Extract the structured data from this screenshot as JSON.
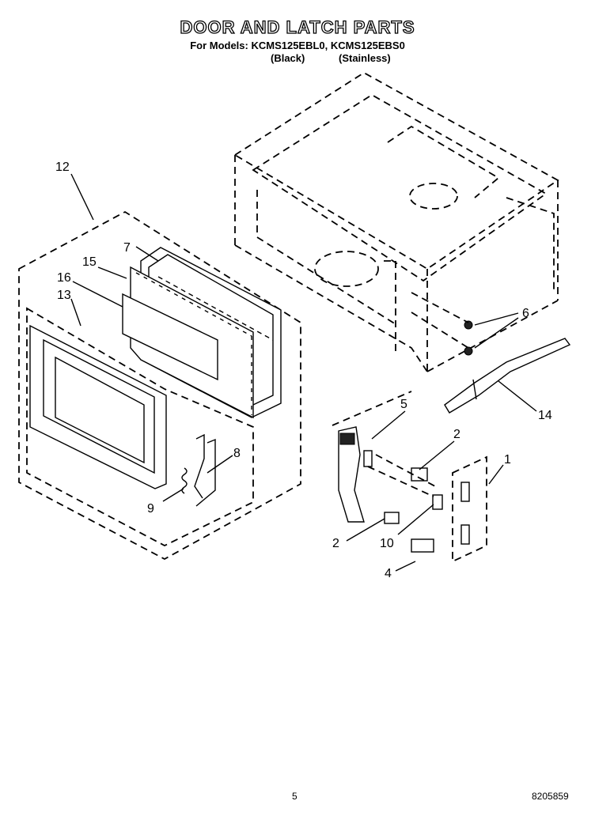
{
  "header": {
    "title": "DOOR AND LATCH PARTS",
    "models": "For Models: KCMS125EBL0, KCMS125EBS0",
    "finish_black": "(Black)",
    "finish_stainless": "(Stainless)"
  },
  "callouts": [
    "12",
    "7",
    "15",
    "16",
    "13",
    "6",
    "5",
    "14",
    "2",
    "8",
    "1",
    "9",
    "2",
    "10",
    "4"
  ],
  "footer": {
    "page_number": "5",
    "document_number": "8205859"
  }
}
